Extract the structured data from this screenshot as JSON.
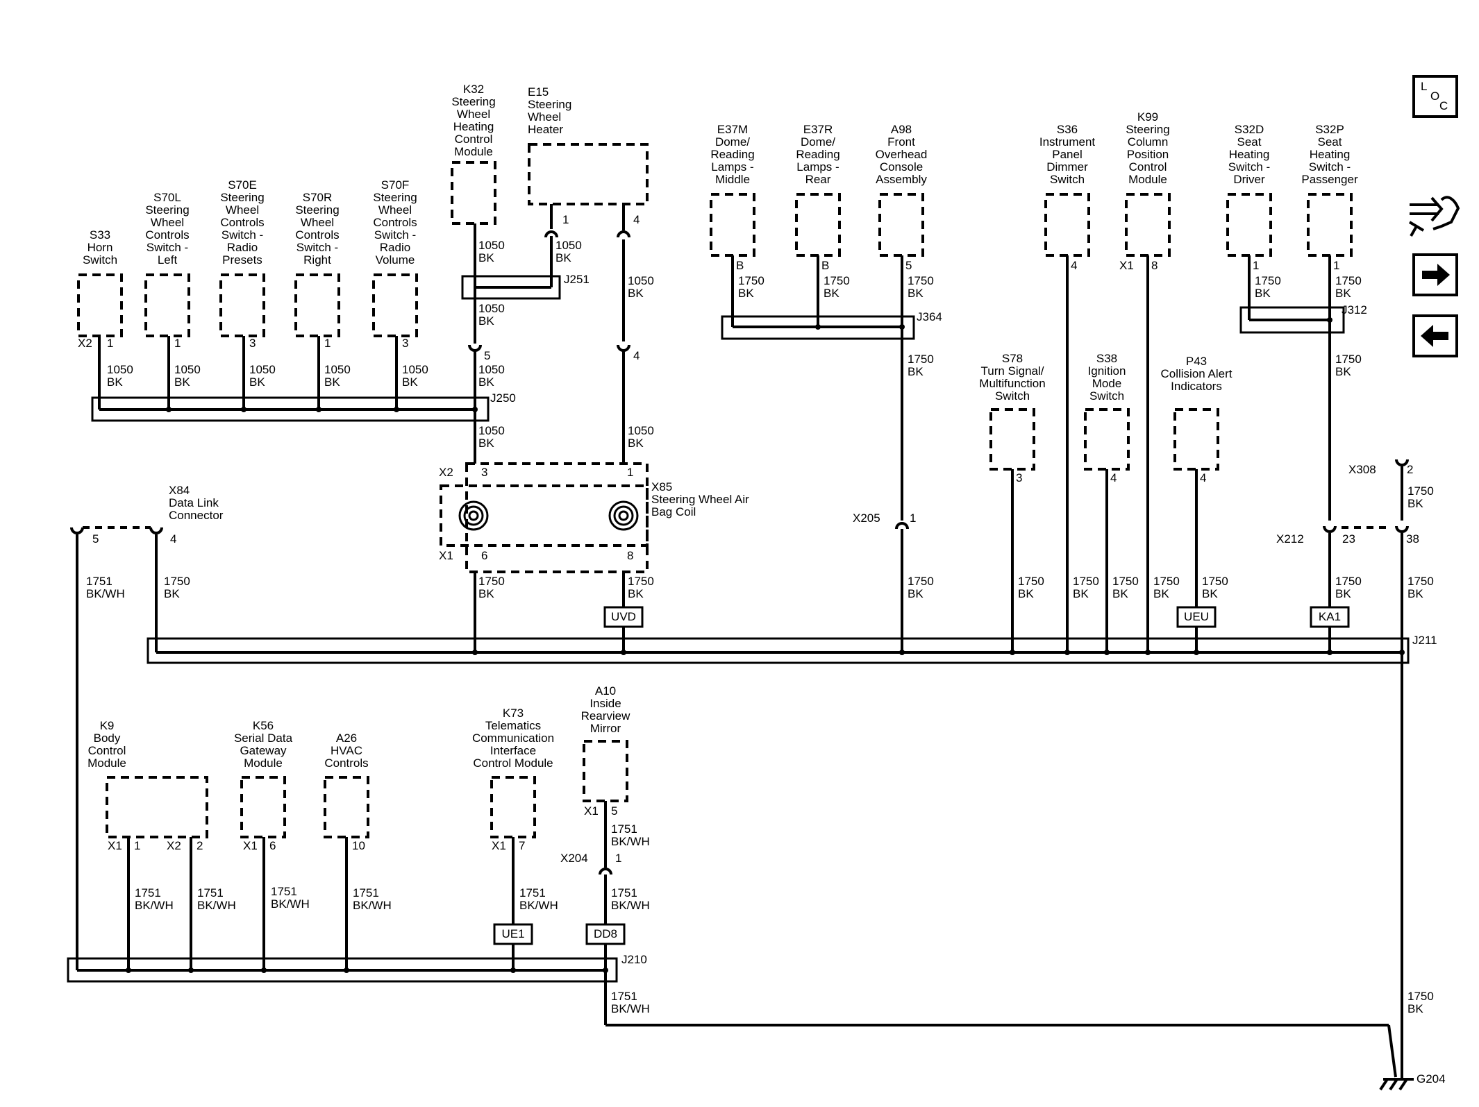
{
  "components": {
    "S33": [
      "S33",
      "Horn",
      "Switch"
    ],
    "S70L": [
      "S70L",
      "Steering",
      "Wheel",
      "Controls",
      "Switch -",
      "Left"
    ],
    "S70E": [
      "S70E",
      "Steering",
      "Wheel",
      "Controls",
      "Switch -",
      "Radio",
      "Presets"
    ],
    "S70R": [
      "S70R",
      "Steering",
      "Wheel",
      "Controls",
      "Switch -",
      "Right"
    ],
    "S70F": [
      "S70F",
      "Steering",
      "Wheel",
      "Controls",
      "Switch -",
      "Radio",
      "Volume"
    ],
    "K32": [
      "K32",
      "Steering",
      "Wheel",
      "Heating",
      "Control",
      "Module"
    ],
    "E15": [
      "E15",
      "Steering",
      "Wheel",
      "Heater"
    ],
    "E37M": [
      "E37M",
      "Dome/",
      "Reading",
      "Lamps -",
      "Middle"
    ],
    "E37R": [
      "E37R",
      "Dome/",
      "Reading",
      "Lamps -",
      "Rear"
    ],
    "A98": [
      "A98",
      "Front",
      "Overhead",
      "Console",
      "Assembly"
    ],
    "S36": [
      "S36",
      "Instrument",
      "Panel",
      "Dimmer",
      "Switch"
    ],
    "K99": [
      "K99",
      "Steering",
      "Column",
      "Position",
      "Control",
      "Module"
    ],
    "S32D": [
      "S32D",
      "Seat",
      "Heating",
      "Switch -",
      "Driver"
    ],
    "S32P": [
      "S32P",
      "Seat",
      "Heating",
      "Switch -",
      "Passenger"
    ],
    "S78": [
      "S78",
      "Turn Signal/",
      "Multifunction",
      "Switch"
    ],
    "S38": [
      "S38",
      "Ignition",
      "Mode",
      "Switch"
    ],
    "P43": [
      "P43",
      "Collision Alert",
      "Indicators"
    ],
    "X85": [
      "X85",
      "Steering Wheel Air",
      "Bag Coil"
    ],
    "X84": [
      "X84",
      "Data Link",
      "Connector"
    ],
    "K9": [
      "K9",
      "Body",
      "Control",
      "Module"
    ],
    "K56": [
      "K56",
      "Serial Data",
      "Gateway",
      "Module"
    ],
    "A26": [
      "A26",
      "HVAC",
      "Controls"
    ],
    "K73": [
      "K73",
      "Telematics",
      "Communication",
      "Interface",
      "Control Module"
    ],
    "A10": [
      "A10",
      "Inside",
      "Rearview",
      "Mirror"
    ]
  },
  "splices": {
    "J250": "J250",
    "J251": "J251",
    "J364": "J364",
    "J312": "J312",
    "J211": "J211",
    "J210": "J210"
  },
  "connectors": {
    "X2": "X2",
    "X1": "X1",
    "X205": "X205",
    "X212": "X212",
    "X308": "X308",
    "X204": "X204"
  },
  "pins": [
    "1",
    "2",
    "3",
    "4",
    "5",
    "6",
    "7",
    "8",
    "10",
    "23",
    "38",
    "B"
  ],
  "wires": {
    "w1050bk": [
      "1050",
      "BK"
    ],
    "w1750bk": [
      "1750",
      "BK"
    ],
    "w1751bkwh": [
      "1751",
      "BK/WH"
    ]
  },
  "tags": {
    "UVD": "UVD",
    "UEU": "UEU",
    "KA1": "KA1",
    "UE1": "UE1",
    "DD8": "DD8"
  },
  "ground": "G204",
  "nav": {
    "loc_l": "L",
    "loc_o": "O",
    "loc_c": "C"
  }
}
